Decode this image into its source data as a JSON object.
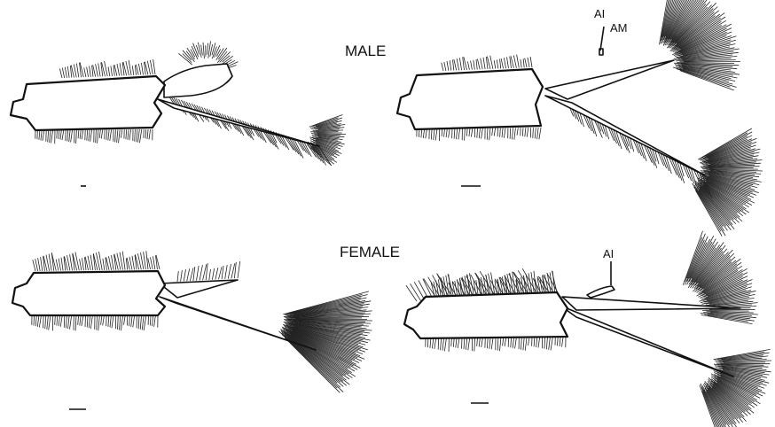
{
  "labels": {
    "male": "MALE",
    "female": "FEMALE",
    "ai_male": "AI",
    "am_male": "AM",
    "ai_female": "AI"
  },
  "colors": {
    "ink": "#111111",
    "background": "#ffffff"
  }
}
